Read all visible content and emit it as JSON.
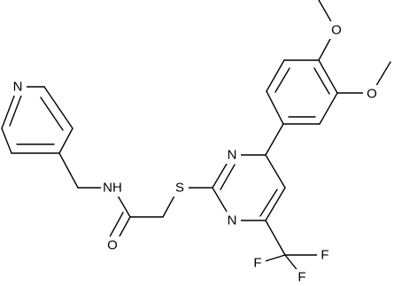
{
  "molecule": {
    "atoms": [
      {
        "id": "n_py",
        "label": "N"
      },
      {
        "id": "n_amide",
        "label": "NH"
      },
      {
        "id": "o_carbonyl",
        "label": "O"
      },
      {
        "id": "s_thio",
        "label": "S"
      },
      {
        "id": "n_pym_top",
        "label": "N"
      },
      {
        "id": "n_pym_bottom",
        "label": "N"
      },
      {
        "id": "o_meo_top",
        "label": "O"
      },
      {
        "id": "o_meo_right",
        "label": "O"
      },
      {
        "id": "f_left",
        "label": "F"
      },
      {
        "id": "f_right",
        "label": "F"
      },
      {
        "id": "f_bottom",
        "label": "F"
      }
    ]
  }
}
